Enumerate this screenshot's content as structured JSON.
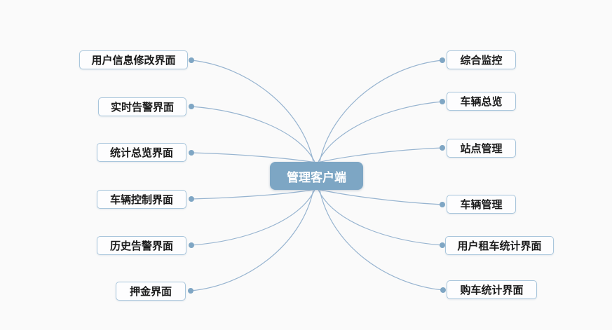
{
  "diagram": {
    "center": {
      "label": "管理客户端"
    },
    "left_nodes": [
      {
        "label": "用户信息修改界面"
      },
      {
        "label": "实时告警界面"
      },
      {
        "label": "统计总览界面"
      },
      {
        "label": "车辆控制界面"
      },
      {
        "label": "历史告警界面"
      },
      {
        "label": "押金界面"
      }
    ],
    "right_nodes": [
      {
        "label": "综合监控"
      },
      {
        "label": "车辆总览"
      },
      {
        "label": "站点管理"
      },
      {
        "label": "车辆管理"
      },
      {
        "label": "用户租车统计界面"
      },
      {
        "label": "购车统计界面"
      }
    ],
    "colors": {
      "background": "#fafafa",
      "connector": "#97b4d0",
      "dot": "#7fa6c4",
      "node_border": "#a9c6dc",
      "node_background": "#fdfdfe",
      "node_text": "#1a1a1a",
      "center_background": "#7da6c4",
      "center_text": "#ffffff"
    }
  }
}
